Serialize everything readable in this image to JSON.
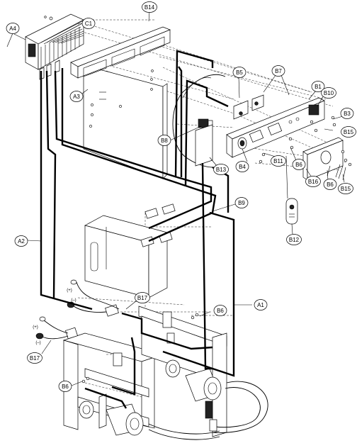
{
  "callouts": [
    {
      "id": "A4",
      "label": "A4"
    },
    {
      "id": "C1",
      "label": "C1"
    },
    {
      "id": "B14",
      "label": "B14"
    },
    {
      "id": "A3",
      "label": "A3"
    },
    {
      "id": "B5",
      "label": "B5"
    },
    {
      "id": "B7",
      "label": "B7"
    },
    {
      "id": "B1",
      "label": "B1"
    },
    {
      "id": "B10",
      "label": "B10"
    },
    {
      "id": "B3",
      "label": "B3"
    },
    {
      "id": "B15a",
      "label": "B15"
    },
    {
      "id": "B8",
      "label": "B8"
    },
    {
      "id": "B13",
      "label": "B13"
    },
    {
      "id": "B4",
      "label": "B4"
    },
    {
      "id": "B11",
      "label": "B11"
    },
    {
      "id": "B6a",
      "label": "B6"
    },
    {
      "id": "B16",
      "label": "B16"
    },
    {
      "id": "B6b",
      "label": "B6"
    },
    {
      "id": "B15b",
      "label": "B15"
    },
    {
      "id": "B9",
      "label": "B9"
    },
    {
      "id": "B12",
      "label": "B12"
    },
    {
      "id": "A2",
      "label": "A2"
    },
    {
      "id": "B17a",
      "label": "B17"
    },
    {
      "id": "B6c",
      "label": "B6"
    },
    {
      "id": "A1",
      "label": "A1"
    },
    {
      "id": "B17b",
      "label": "B17"
    },
    {
      "id": "B6d",
      "label": "B6"
    }
  ],
  "polarity": {
    "plus": "(+)",
    "minus": "(–)"
  }
}
